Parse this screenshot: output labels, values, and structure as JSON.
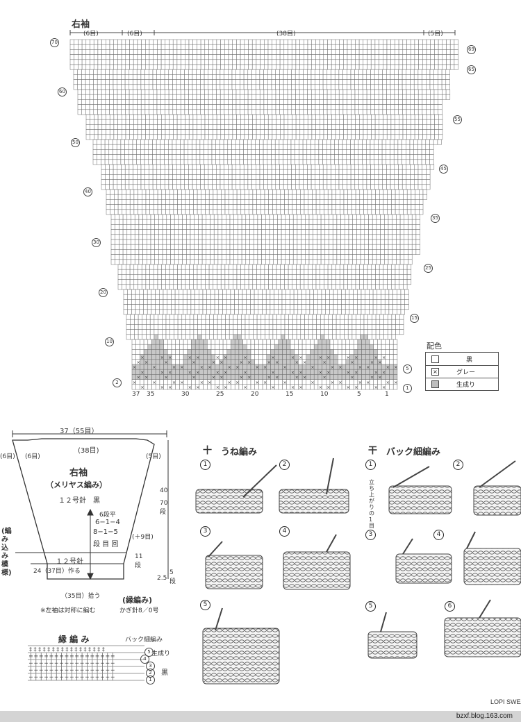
{
  "chart": {
    "title": "右袖",
    "top_segments": [
      "(6目)",
      "(6目)",
      "(38目)",
      "(5目)"
    ],
    "left_row_markers": [
      "70",
      "60",
      "50",
      "40",
      "30",
      "20",
      "10",
      "2"
    ],
    "right_row_markers": [
      "69",
      "65",
      "55",
      "45",
      "35",
      "25",
      "15",
      "5",
      "1"
    ],
    "bottom_stitch_numbers": [
      "37",
      "35",
      "30",
      "25",
      "20",
      "15",
      "10",
      "5",
      "1"
    ]
  },
  "legend": {
    "title": "配色",
    "items": [
      {
        "symbol": "□",
        "label": "黒"
      },
      {
        "symbol": "☒",
        "label": "グレー"
      },
      {
        "symbol": "■",
        "label": "生成り"
      }
    ]
  },
  "schematic": {
    "top_width": "37（55目）",
    "left_side": "(6目)",
    "left_inner": "(6目)",
    "center_top": "(38目)",
    "right_top": "(5目)",
    "name": "右袖",
    "pattern": "（メリヤス編み）",
    "needle": "１２号針　黒",
    "decrease_1": "6段平",
    "decrease_2": "6−1−4",
    "decrease_3": "8−1−5",
    "decrease_4": "段 目 回",
    "height_cm": "40",
    "height_rows": "70 段",
    "plus_rows": "(＋9目)",
    "band_needle": "１２号針",
    "cast_on": "24（37目）作る",
    "band_rows": "11 段",
    "band_height": "2.5",
    "band_height_rows": "5 段",
    "pick_up": "（35目）拾う",
    "edge_name": "(縁編み)",
    "edge_hook": "かぎ針8／0号",
    "left_vertical": "(編み込み模様)",
    "note": "※左袖は対称に編む"
  },
  "edge_chart": {
    "title": "縁 編 み",
    "label_back": "バック細編み",
    "label_natural": "生成り",
    "label_black": "黒",
    "rows": [
      "5",
      "4",
      "3",
      "2",
      "1"
    ]
  },
  "technique_1": {
    "symbol": "十",
    "title": "うね編み",
    "steps": [
      "1",
      "2",
      "3",
      "4",
      "5"
    ]
  },
  "technique_2": {
    "symbol": "干",
    "title": "バック細編み",
    "note": "立ち上がりの1目",
    "steps": [
      "1",
      "2",
      "3",
      "4",
      "5",
      "6"
    ]
  },
  "footer": {
    "caption": "LOPI SWEA",
    "watermark": "bzxf.blog.163.com"
  },
  "colors": {
    "grey_fill": "#c8c8c8",
    "line": "#444444",
    "footer_bg": "#d4d4d4"
  }
}
